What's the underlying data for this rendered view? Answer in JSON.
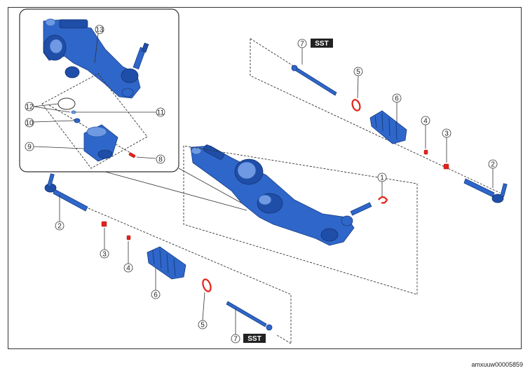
{
  "callouts": {
    "c1": "1",
    "c2a": "2",
    "c2b": "2",
    "c3a": "3",
    "c3b": "3",
    "c4a": "4",
    "c4b": "4",
    "c5a": "5",
    "c5b": "5",
    "c6a": "6",
    "c6b": "6",
    "c7a": "7",
    "c7b": "7",
    "c8": "8",
    "c9": "9",
    "c10": "10",
    "c11": "11",
    "c12": "12",
    "c13": "13"
  },
  "sst_label": "SST",
  "footer_code": "amxuuw00005859",
  "colors": {
    "part_blue": "#2f66c9",
    "red_part": "#e2231a",
    "sst_bg": "#222222"
  }
}
